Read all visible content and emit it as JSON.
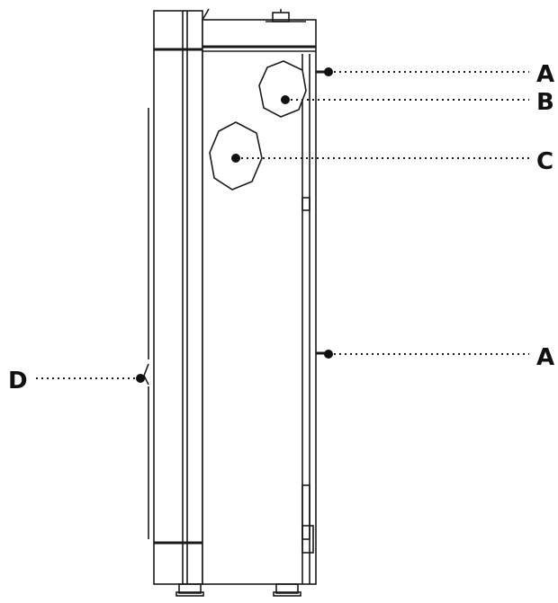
{
  "callouts": [
    {
      "id": "a-top",
      "label": "A"
    },
    {
      "id": "b",
      "label": "B"
    },
    {
      "id": "c",
      "label": "C"
    },
    {
      "id": "a-bottom",
      "label": "A"
    },
    {
      "id": "d",
      "label": "D"
    }
  ],
  "colors": {
    "line": "#1a1a1a",
    "fill": "#ffffff",
    "dots": "#111111"
  }
}
